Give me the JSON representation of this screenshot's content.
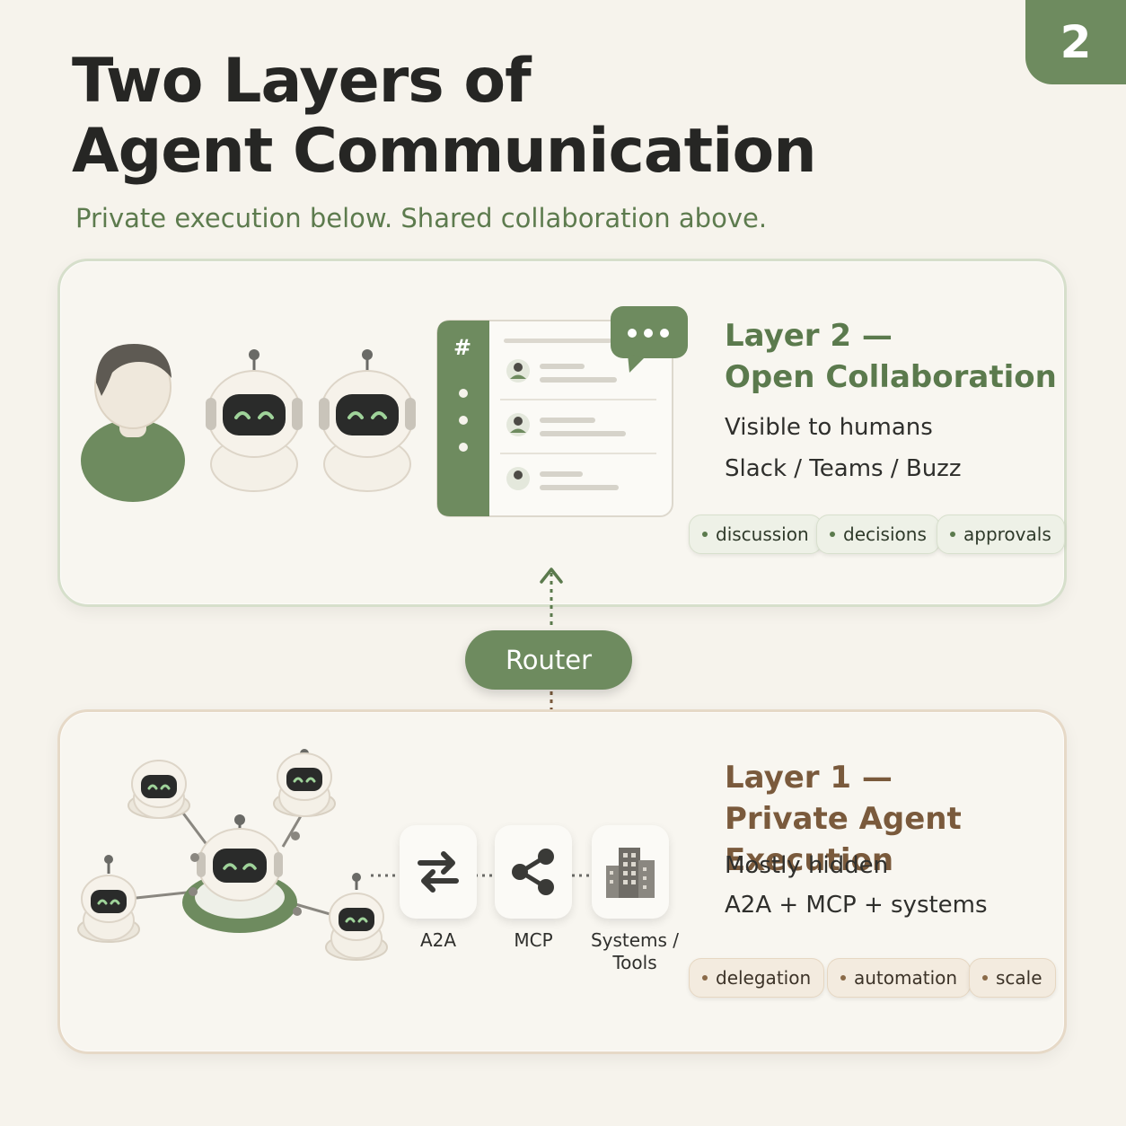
{
  "page_number": "2",
  "title_line1": "Two Layers of",
  "title_line2": "Agent Communication",
  "subtitle": "Private execution below. Shared collaboration above.",
  "layer2": {
    "title_line1": "Layer 2 —",
    "title_line2": "Open Collaboration",
    "desc1": "Visible to humans",
    "desc2": "Slack / Teams / Buzz",
    "chips": [
      "discussion",
      "decisions",
      "approvals"
    ],
    "chat_channel_symbol": "#"
  },
  "router": "Router",
  "layer1": {
    "title_line1": "Layer 1 —",
    "title_line2": "Private Agent Execution",
    "desc1": "Mostly hidden",
    "desc2": "A2A + MCP + systems",
    "chips": [
      "delegation",
      "automation",
      "scale"
    ],
    "tools": [
      {
        "label": "A2A",
        "icon": "swap-arrows-icon"
      },
      {
        "label": "MCP",
        "icon": "share-nodes-icon"
      },
      {
        "label_line1": "Systems /",
        "label_line2": "Tools",
        "icon": "buildings-icon"
      }
    ]
  },
  "colors": {
    "accent_green": "#6e8b5f",
    "layer2_title": "#5b7a4d",
    "layer1_title": "#7a5a3c",
    "background": "#f6f3ec"
  }
}
